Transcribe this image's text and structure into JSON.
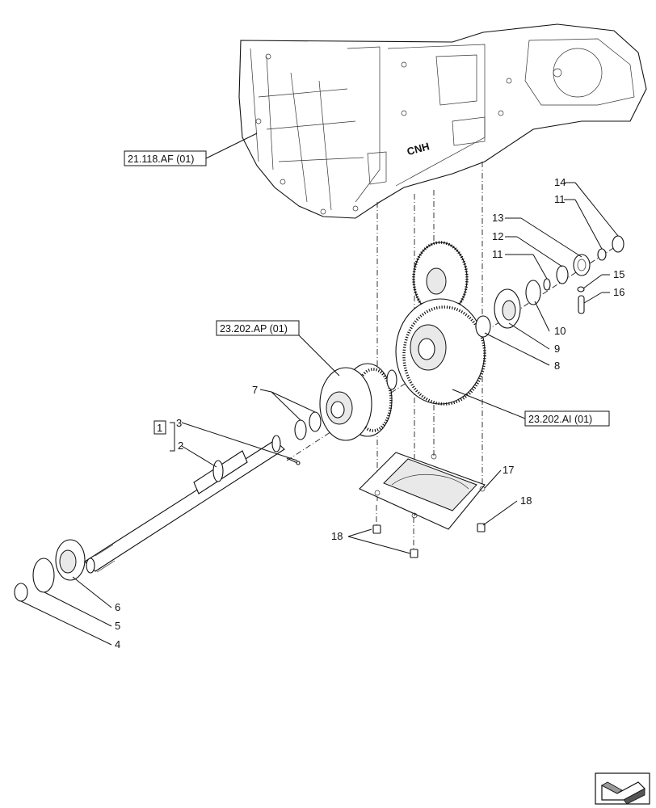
{
  "references": {
    "housing": "21.118.AF (01)",
    "planetary": "23.202.AP (01)",
    "gears": "23.202.AI (01)"
  },
  "casting_mark": "CNH",
  "bracket_box": "1",
  "callouts": {
    "c2": "2",
    "c3": "3",
    "c4": "4",
    "c5": "5",
    "c6": "6",
    "c7": "7",
    "c8": "8",
    "c9": "9",
    "c10": "10",
    "c11a": "11",
    "c11b": "11",
    "c12": "12",
    "c13": "13",
    "c14": "14",
    "c15": "15",
    "c16": "16",
    "c17": "17",
    "c18a": "18",
    "c18b": "18"
  },
  "icons": {
    "nav": "arrow-nav-icon"
  }
}
